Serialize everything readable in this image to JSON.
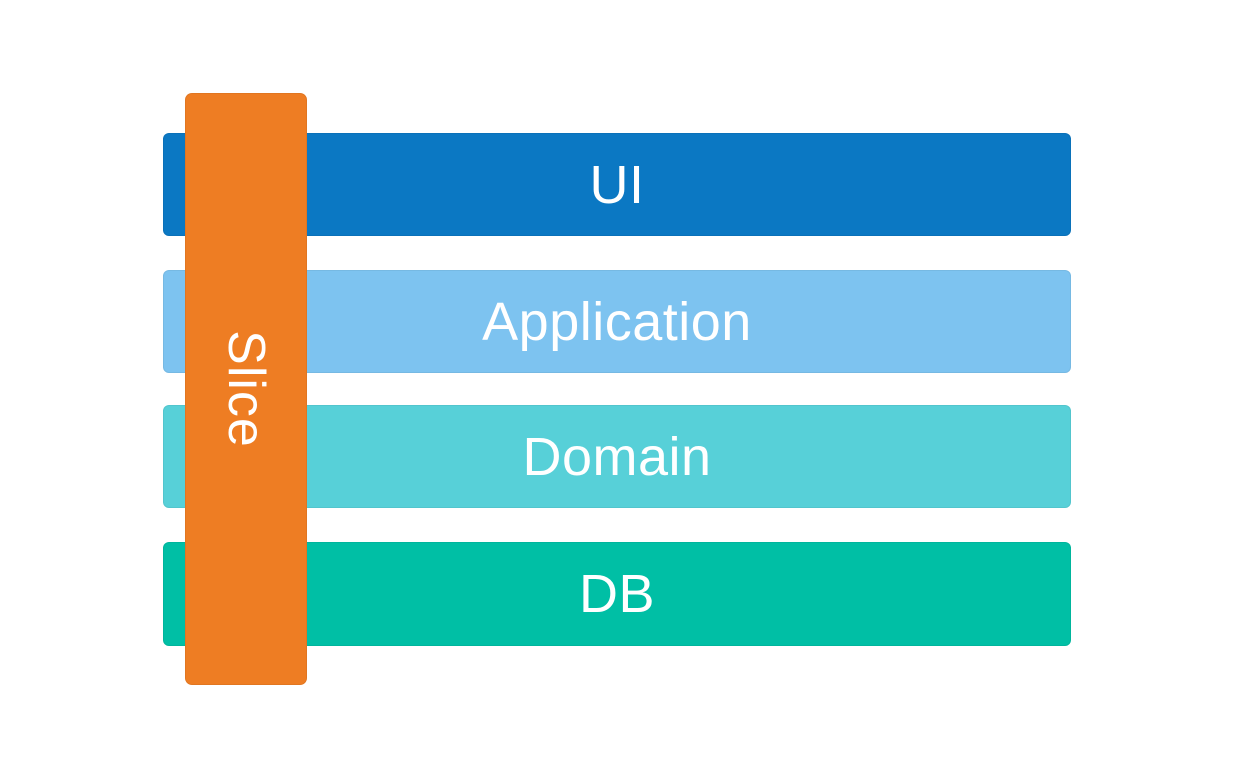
{
  "diagram": {
    "title": "layered-architecture-slice",
    "background_color": "#ffffff",
    "text_color": "#ffffff",
    "layers": [
      {
        "label": "UI",
        "color": "#0b78c3"
      },
      {
        "label": "Application",
        "color": "#7dc3f0"
      },
      {
        "label": "Domain",
        "color": "#57d0d8"
      },
      {
        "label": "DB",
        "color": "#00bfa5"
      }
    ],
    "slice": {
      "label": "Slice",
      "color": "#ee7d23",
      "text_rotation_deg": 90
    }
  }
}
